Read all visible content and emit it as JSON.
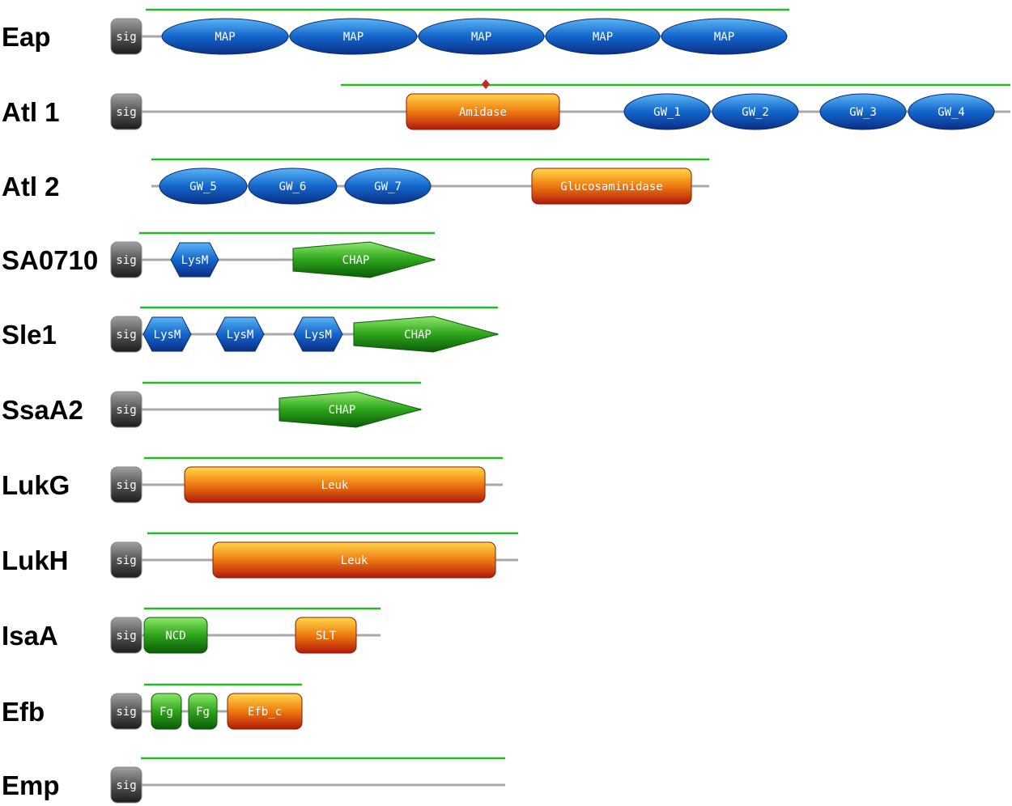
{
  "proteins": [
    {
      "name": "Eap",
      "sig": "sig",
      "domains": [
        {
          "type": "ellipse",
          "label": "MAP",
          "color": "blue"
        },
        {
          "type": "ellipse",
          "label": "MAP",
          "color": "blue"
        },
        {
          "type": "ellipse",
          "label": "MAP",
          "color": "blue"
        },
        {
          "type": "ellipse",
          "label": "MAP",
          "color": "blue"
        },
        {
          "type": "ellipse",
          "label": "MAP",
          "color": "blue"
        }
      ]
    },
    {
      "name": "Atl 1",
      "sig": "sig",
      "domains": [
        {
          "type": "rect",
          "label": "Amidase",
          "color": "orange"
        },
        {
          "type": "ellipse",
          "label": "GW_1",
          "color": "blue"
        },
        {
          "type": "ellipse",
          "label": "GW_2",
          "color": "blue"
        },
        {
          "type": "ellipse",
          "label": "GW_3",
          "color": "blue"
        },
        {
          "type": "ellipse",
          "label": "GW_4",
          "color": "blue"
        }
      ]
    },
    {
      "name": "Atl 2",
      "sig": "",
      "domains": [
        {
          "type": "ellipse",
          "label": "GW_5",
          "color": "blue"
        },
        {
          "type": "ellipse",
          "label": "GW_6",
          "color": "blue"
        },
        {
          "type": "ellipse",
          "label": "GW_7",
          "color": "blue"
        },
        {
          "type": "rect",
          "label": "Glucosaminidase",
          "color": "orange"
        }
      ]
    },
    {
      "name": "SA0710",
      "sig": "sig",
      "domains": [
        {
          "type": "hex",
          "label": "LysM",
          "color": "blue"
        },
        {
          "type": "arrow",
          "label": "CHAP",
          "color": "green"
        }
      ]
    },
    {
      "name": "Sle1",
      "sig": "sig",
      "domains": [
        {
          "type": "hex",
          "label": "LysM",
          "color": "blue"
        },
        {
          "type": "hex",
          "label": "LysM",
          "color": "blue"
        },
        {
          "type": "hex",
          "label": "LysM",
          "color": "blue"
        },
        {
          "type": "arrow",
          "label": "CHAP",
          "color": "green"
        }
      ]
    },
    {
      "name": "SsaA2",
      "sig": "sig",
      "domains": [
        {
          "type": "arrow",
          "label": "CHAP",
          "color": "green"
        }
      ]
    },
    {
      "name": "LukG",
      "sig": "sig",
      "domains": [
        {
          "type": "rect",
          "label": "Leuk",
          "color": "orange"
        }
      ]
    },
    {
      "name": "LukH",
      "sig": "sig",
      "domains": [
        {
          "type": "rect",
          "label": "Leuk",
          "color": "orange"
        }
      ]
    },
    {
      "name": "IsaA",
      "sig": "sig",
      "domains": [
        {
          "type": "rect",
          "label": "NCD",
          "color": "green"
        },
        {
          "type": "rect",
          "label": "SLT",
          "color": "orange"
        }
      ]
    },
    {
      "name": "Efb",
      "sig": "sig",
      "domains": [
        {
          "type": "rect",
          "label": "Fg",
          "color": "green"
        },
        {
          "type": "rect",
          "label": "Fg",
          "color": "green"
        },
        {
          "type": "rect",
          "label": "Efb_c",
          "color": "orange"
        }
      ]
    },
    {
      "name": "Emp",
      "sig": "sig",
      "domains": []
    }
  ],
  "colors": {
    "backbone": "#a8a8a8",
    "extent_line": "#22bb22",
    "site_marker": "#cc2222",
    "blue": [
      "#5ab4f5",
      "#1466cc",
      "#0a2f85"
    ],
    "orange": [
      "#ffd84a",
      "#ee7a10",
      "#b11a0c"
    ],
    "green": [
      "#8de86a",
      "#2ea41c",
      "#0b5a08"
    ],
    "sig": [
      "#a0a0a0",
      "#555555",
      "#1c1c1c"
    ]
  }
}
